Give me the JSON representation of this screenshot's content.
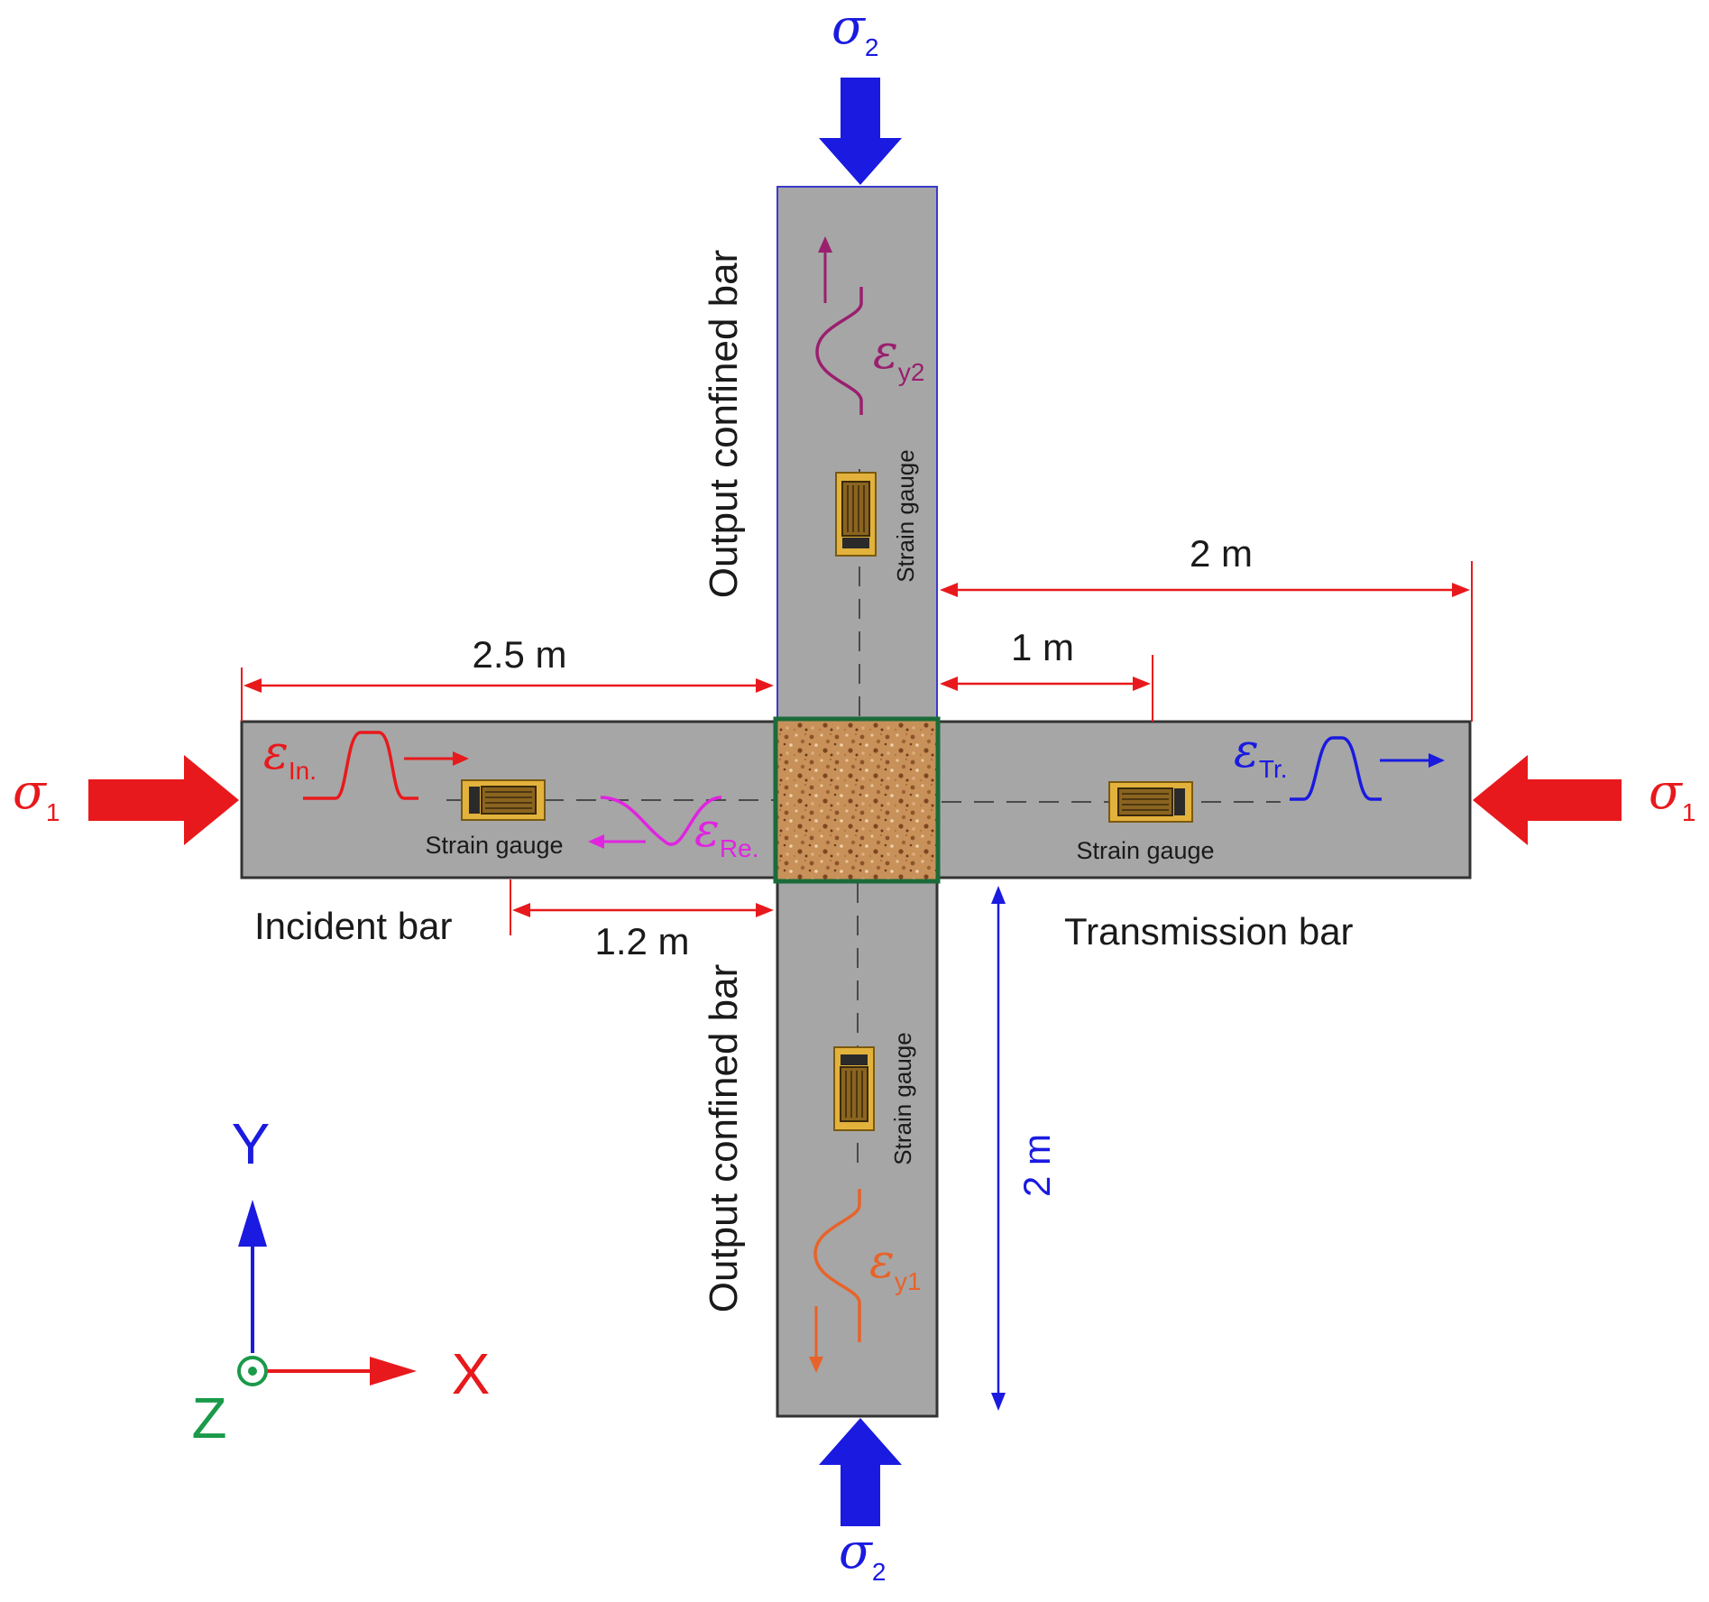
{
  "bars": {
    "incident_label": "Incident bar",
    "transmission_label": "Transmission bar",
    "output_top_label": "Output confined bar",
    "output_bottom_label": "Output confined bar"
  },
  "gauges": {
    "incident": "Strain gauge",
    "transmission": "Strain gauge",
    "top": "Strain gauge",
    "bottom": "Strain gauge"
  },
  "dimensions": {
    "incident_length": "2.5 m",
    "gauge_incident_distance": "1.2 m",
    "gauge_transmission_distance": "1 m",
    "transmission_length": "2 m",
    "vertical_length": "2 m"
  },
  "stresses": {
    "sigma1_symbol": "σ",
    "sigma1_sub": "1",
    "sigma2_symbol": "σ",
    "sigma2_sub": "2"
  },
  "signals": {
    "incident_symbol": "ε",
    "incident_sub": "In.",
    "reflected_symbol": "ε",
    "reflected_sub": "Re.",
    "transmitted_symbol": "ε",
    "transmitted_sub": "Tr.",
    "y2_symbol": "ε",
    "y2_sub": "y2",
    "y1_symbol": "ε",
    "y1_sub": "y1"
  },
  "axes": {
    "x": "X",
    "y": "Y",
    "z": "Z"
  },
  "colors": {
    "bar_fill": "#a6a6a6",
    "stress_x": "#e8191c",
    "stress_y": "#1a1ae0",
    "incident_wave": "#e8191c",
    "reflected_wave": "#e024e0",
    "transmitted_wave": "#1a1ae0",
    "y2_wave": "#9a1f6e",
    "y1_wave": "#e8632a",
    "specimen_border": "#1b6b3a",
    "z_axis": "#1a9a4a"
  }
}
